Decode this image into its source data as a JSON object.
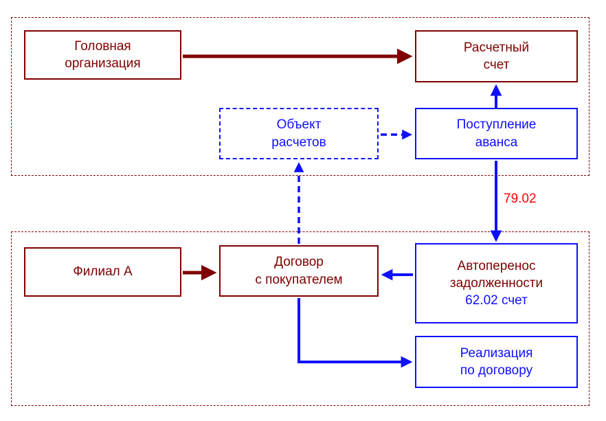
{
  "colors": {
    "maroon": "#7f0000",
    "blue": "#0f0fff",
    "red": "#ff0000"
  },
  "boxes": {
    "head_org": {
      "label": "Головная\nорганизация"
    },
    "bank_account": {
      "label": "Расчетный\nсчет"
    },
    "settlement_object": {
      "label": "Объект\nрасчетов"
    },
    "advance_receipt": {
      "label": "Поступление\nаванса"
    },
    "branch_a": {
      "label": "Филиал А"
    },
    "customer_contract": {
      "label": "Договор\nс покупателем"
    },
    "debt_autotransfer": {
      "label_main": "Автоперенос\nзадолженности",
      "label_account": "62.02 счет"
    },
    "sale_under_contract": {
      "label": "Реализация\nпо договору"
    }
  },
  "arrows": {
    "transfer_account_label": "79.02"
  }
}
